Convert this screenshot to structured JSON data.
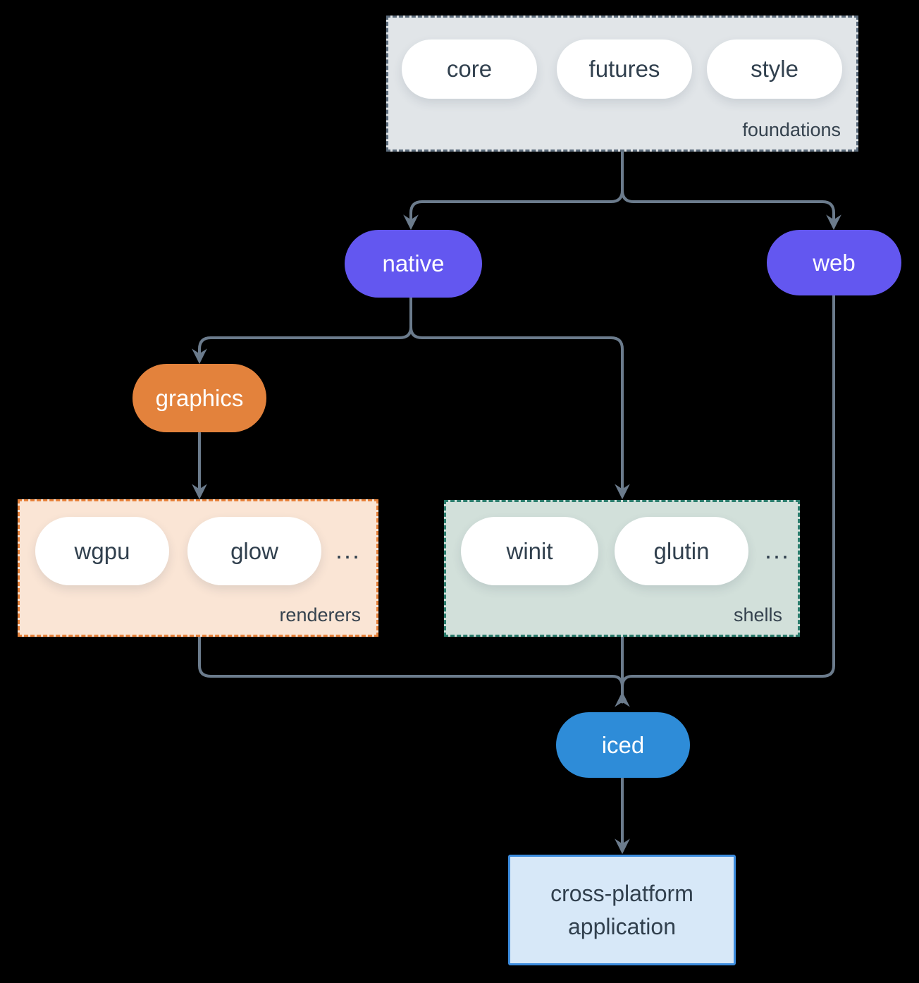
{
  "colors": {
    "background": "#000000",
    "arrow": "#6B7B8C",
    "text_dark": "#31404E",
    "pill_white": "#FFFFFF",
    "pill_purple": "#6357F0",
    "pill_orange": "#E3823C",
    "pill_blue": "#2E8CD8",
    "foundations_fill": "#E1E5E8",
    "foundations_border": "#5C6C7C",
    "renderers_fill": "#FAE5D5",
    "renderers_border": "#E8833C",
    "shells_fill": "#D2E0DA",
    "shells_border": "#2A7C6C",
    "app_fill": "#D7E8F8",
    "app_border": "#3C8CDE"
  },
  "foundations": {
    "label": "foundations",
    "items": [
      "core",
      "futures",
      "style"
    ]
  },
  "native": {
    "label": "native"
  },
  "web": {
    "label": "web"
  },
  "graphics": {
    "label": "graphics"
  },
  "renderers": {
    "label": "renderers",
    "items": [
      "wgpu",
      "glow"
    ],
    "ellipsis": "..."
  },
  "shells": {
    "label": "shells",
    "items": [
      "winit",
      "glutin"
    ],
    "ellipsis": "..."
  },
  "iced": {
    "label": "iced"
  },
  "app": {
    "line1": "cross-platform",
    "line2": "application"
  }
}
